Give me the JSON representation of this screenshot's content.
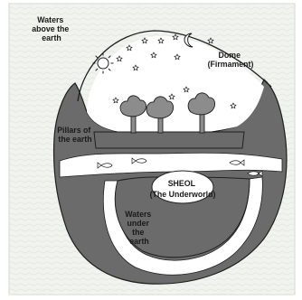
{
  "labels": {
    "waters_above": [
      "Waters",
      "above the",
      "earth"
    ],
    "dome": [
      "Dome",
      "(Firmament)"
    ],
    "pillars": [
      "Pillars of",
      "the earth"
    ],
    "sheol": [
      "SHEOL",
      "(The Underworld)"
    ],
    "waters_under": [
      "Waters",
      "under",
      "the",
      "earth"
    ]
  },
  "colors": {
    "page_bg": "#ffffff",
    "frame_bg": "#f1f3ee",
    "earth_gray": "#6b6b6b",
    "outline": "#1f1f1f",
    "tree_gray": "#8c8c8c",
    "water_white": "#ffffff",
    "text": "#1a1a1a"
  },
  "icons": {
    "sun": "sun-icon",
    "moon": "crescent-moon-icon",
    "stars": "star-icon",
    "trees": "tree-icon",
    "fish": "fish-icon"
  }
}
